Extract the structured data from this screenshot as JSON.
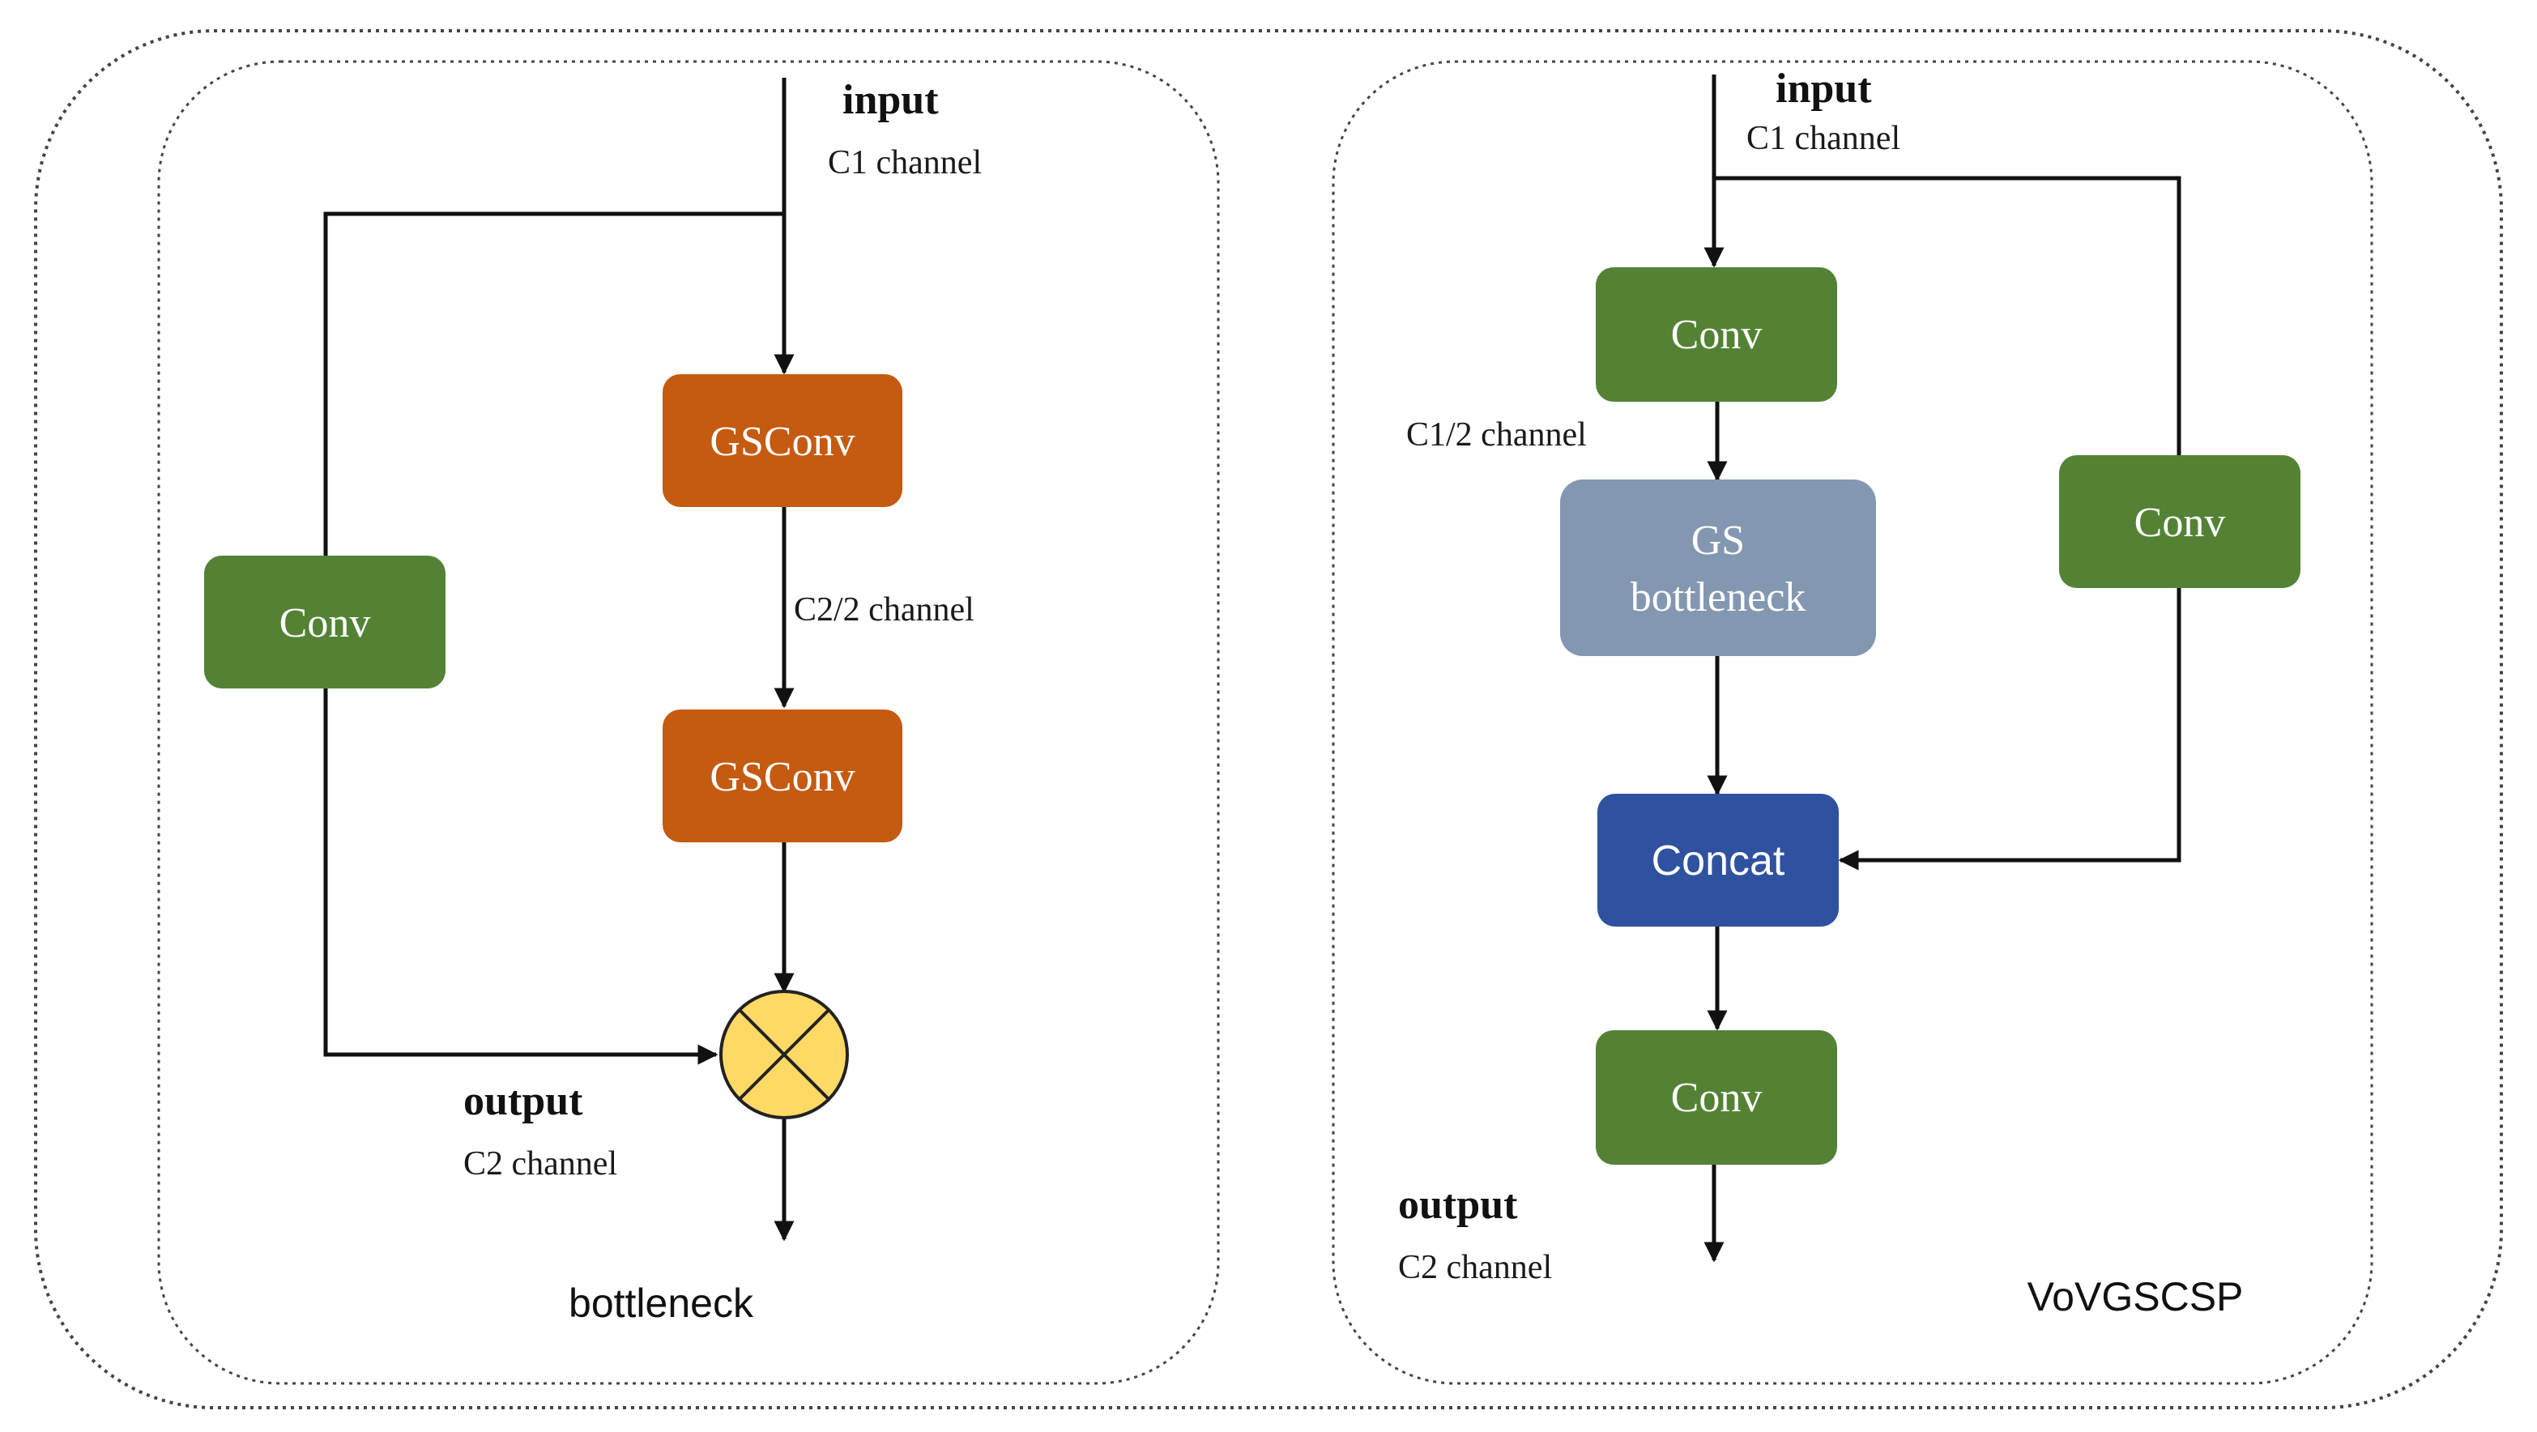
{
  "left": {
    "caption": "bottleneck",
    "input_label": "input",
    "input_channel": "C1 channel",
    "output_label": "output",
    "output_channel": "C2 channel",
    "mid_channel": "C2/2 channel",
    "gsconv_top": "GSConv",
    "gsconv_bottom": "GSConv",
    "conv": "Conv"
  },
  "right": {
    "caption": "VoVGSCSP",
    "input_label": "input",
    "input_channel": "C1 channel",
    "half_channel": "C1/2 channel",
    "output_label": "output",
    "output_channel": "C2 channel",
    "conv_top": "Conv",
    "gs_line1": "GS",
    "gs_line2": "bottleneck",
    "conv_side": "Conv",
    "concat": "Concat",
    "conv_bottom": "Conv"
  },
  "colors": {
    "gsconv": "#c55a11",
    "conv": "#548235",
    "gs_bottleneck": "#8497b0",
    "concat": "#2f52a0",
    "multiply_node": "#ffd966"
  }
}
